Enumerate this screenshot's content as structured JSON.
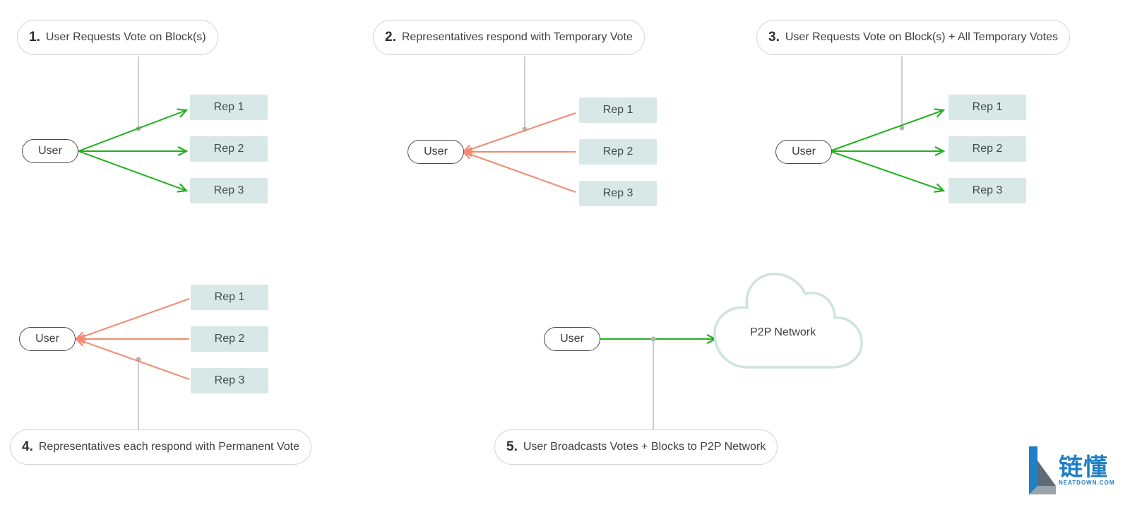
{
  "colors": {
    "request_arrow": "#22b01e",
    "response_arrow": "#f08a70",
    "rep_fill": "#d7e8e6",
    "cloud_stroke": "#cfe3df",
    "connector": "#bdbdbd",
    "logo": "#1f7fc7"
  },
  "steps": [
    {
      "number": "1.",
      "text": "User Requests Vote on Block(s)"
    },
    {
      "number": "2.",
      "text": "Representatives respond with Temporary Vote"
    },
    {
      "number": "3.",
      "text": "User Requests Vote on Block(s) + All Temporary Votes"
    },
    {
      "number": "4.",
      "text": "Representatives each respond with Permanent Vote"
    },
    {
      "number": "5.",
      "text": "User Broadcasts Votes + Blocks to P2P Network"
    }
  ],
  "user_label": "User",
  "reps": [
    "Rep 1",
    "Rep 2",
    "Rep 3"
  ],
  "cloud_label": "P2P Network",
  "logo": {
    "chinese": "链懂",
    "english": "NEATDOWN.COM"
  }
}
